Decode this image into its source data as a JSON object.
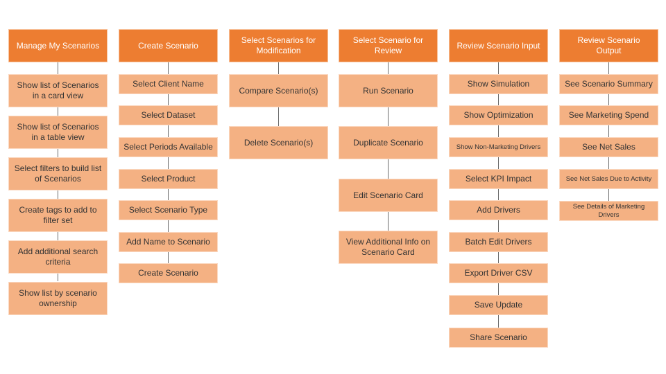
{
  "columns": [
    {
      "header": "Manage My Scenarios",
      "items": [
        "Show list of Scenarios in a card view",
        "Show list of Scenarios in a table view",
        "Select filters to build list of Scenarios",
        "Create tags to add to filter set",
        "Add additional search criteria",
        "Show list by scenario ownership"
      ]
    },
    {
      "header": "Create Scenario",
      "items": [
        "Select Client Name",
        "Select Dataset",
        "Select Periods Available",
        "Select Product",
        "Select Scenario Type",
        "Add Name to Scenario",
        "Create Scenario"
      ]
    },
    {
      "header": "Select Scenarios for Modification",
      "items": [
        "Compare Scenario(s)",
        "Delete Scenario(s)"
      ]
    },
    {
      "header": "Select Scenario for Review",
      "items": [
        "Run Scenario",
        "Duplicate Scenario",
        "Edit Scenario Card",
        "View Additional Info on Scenario Card"
      ]
    },
    {
      "header": "Review Scenario Input",
      "items": [
        "Show Simulation",
        "Show Optimization",
        "Show Non-Marketing Drivers",
        "Select KPI Impact",
        "Add Drivers",
        "Batch Edit Drivers",
        "Export Driver CSV",
        "Save Update",
        "Share Scenario"
      ]
    },
    {
      "header": "Review Scenario Output",
      "items": [
        "See Scenario Summary",
        "See Marketing Spend",
        "See Net Sales",
        "See Net Sales Due to Activity",
        "See Details of Marketing Drivers"
      ]
    }
  ]
}
